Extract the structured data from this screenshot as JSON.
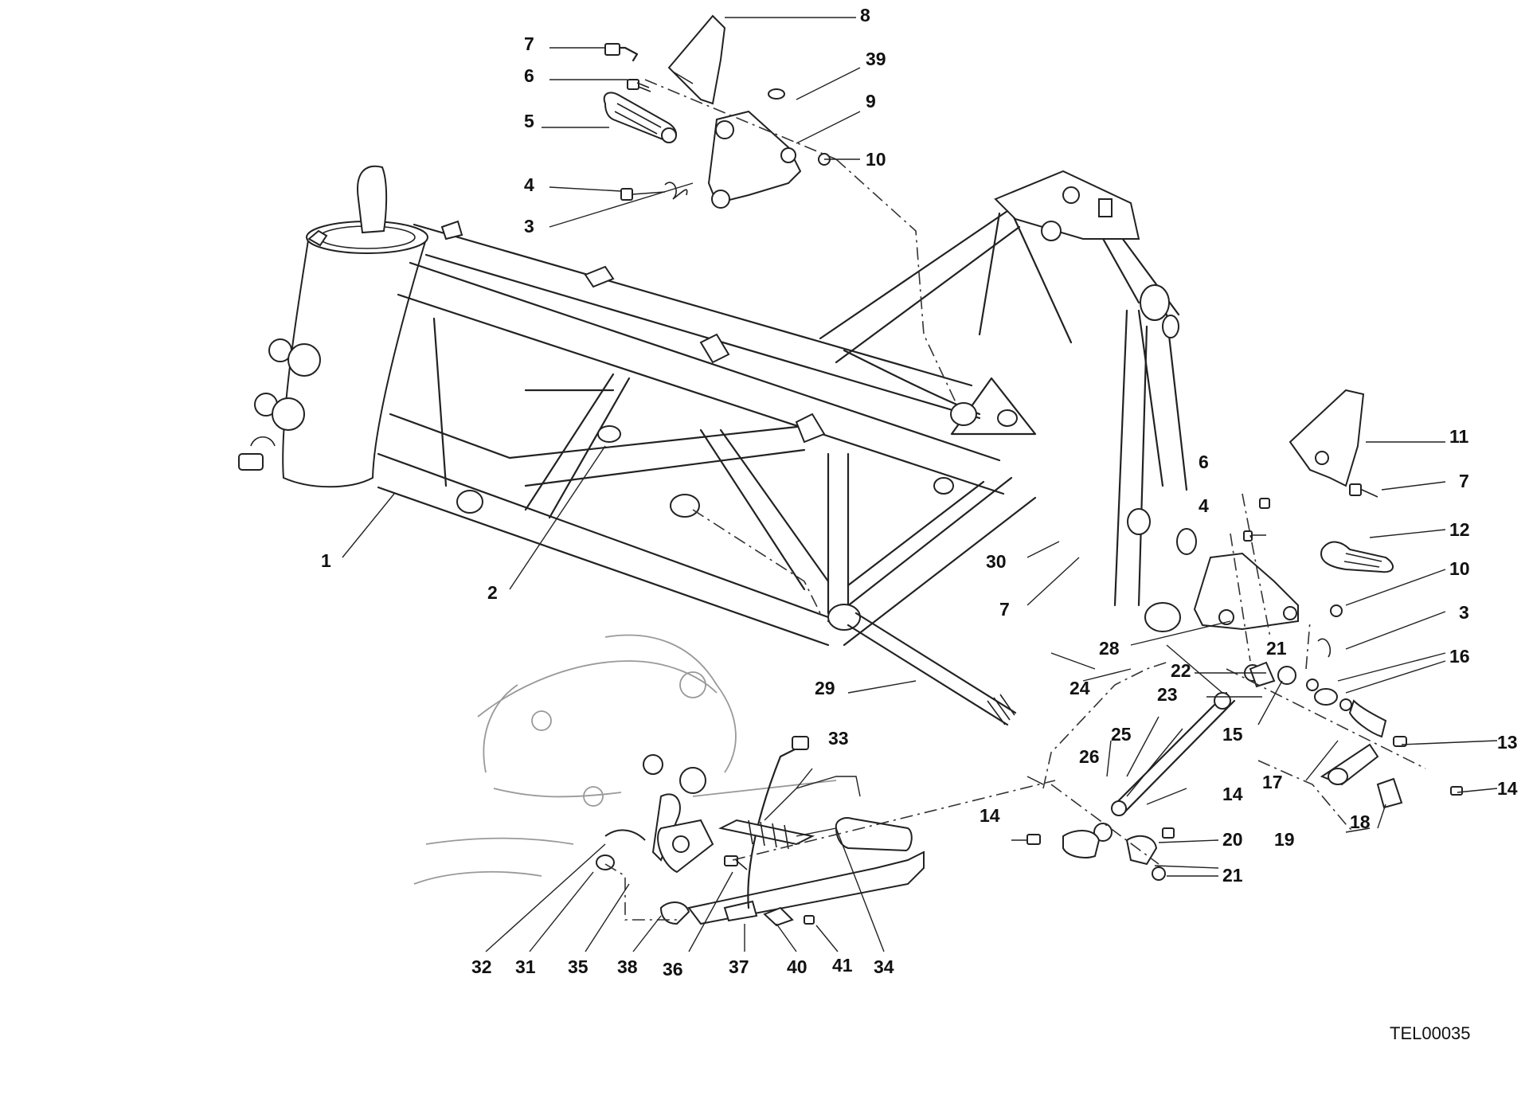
{
  "drawing_code": "TEL00035",
  "callouts": [
    "1",
    "2",
    "3",
    "4",
    "5",
    "6",
    "7",
    "8",
    "9",
    "10",
    "11",
    "12",
    "13",
    "14",
    "15",
    "16",
    "17",
    "18",
    "19",
    "20",
    "21",
    "22",
    "23",
    "24",
    "25",
    "26",
    "28",
    "29",
    "30",
    "31",
    "32",
    "33",
    "34",
    "35",
    "36",
    "37",
    "38",
    "39",
    "40",
    "41"
  ]
}
